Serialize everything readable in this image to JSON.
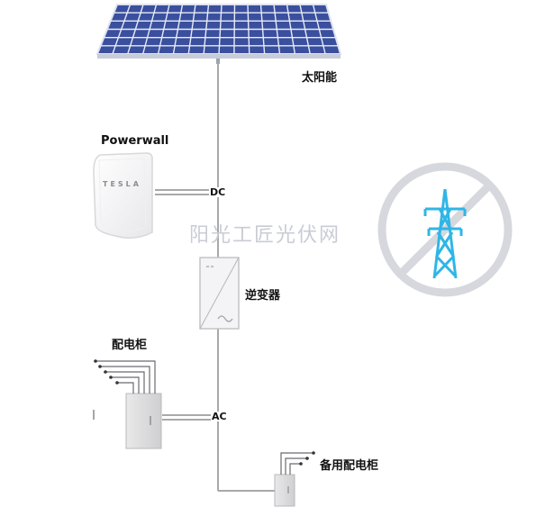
{
  "labels": {
    "solar": "太阳能",
    "powerwall": "Powerwall",
    "dc": "DC",
    "inverter": "逆变器",
    "distribution_cabinet": "配电柜",
    "ac": "AC",
    "backup_cabinet": "备用配电柜"
  },
  "brand_text": "TESLA",
  "watermark": "阳光工匠光伏网",
  "icons": {
    "grid": "transmission-tower-icon",
    "no_grid": "prohibited-circle-icon"
  },
  "colors": {
    "panel_cell": "#3a4f9e",
    "panel_grid": "#e8ecf5",
    "tower": "#2fb6e6",
    "prohibit_ring": "#d6d8dd",
    "wire": "#a9a9a9"
  }
}
